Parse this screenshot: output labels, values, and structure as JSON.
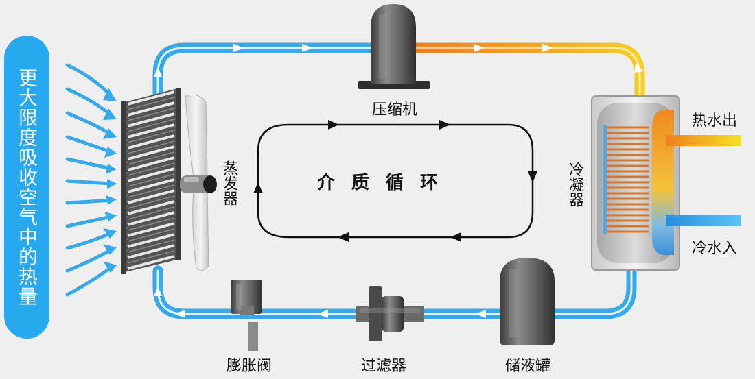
{
  "side_banner": {
    "text": "更大限度吸收空气中的热量"
  },
  "labels": {
    "compressor": "压缩机",
    "evaporator": "蒸发器",
    "condenser": "冷凝器",
    "hot_water_out": "热水出",
    "cold_water_in": "冷水入",
    "expansion_valve": "膨胀阀",
    "filter": "过滤器",
    "receiver": "储液罐"
  },
  "center_title": "介质循环",
  "colors": {
    "pipe_cold": "#35a9ea",
    "pipe_hot": "#ef7f1a",
    "pipe_warm": "#f3cf25",
    "banner": "#27a9ef",
    "component_gray": "#6a6a6a"
  }
}
